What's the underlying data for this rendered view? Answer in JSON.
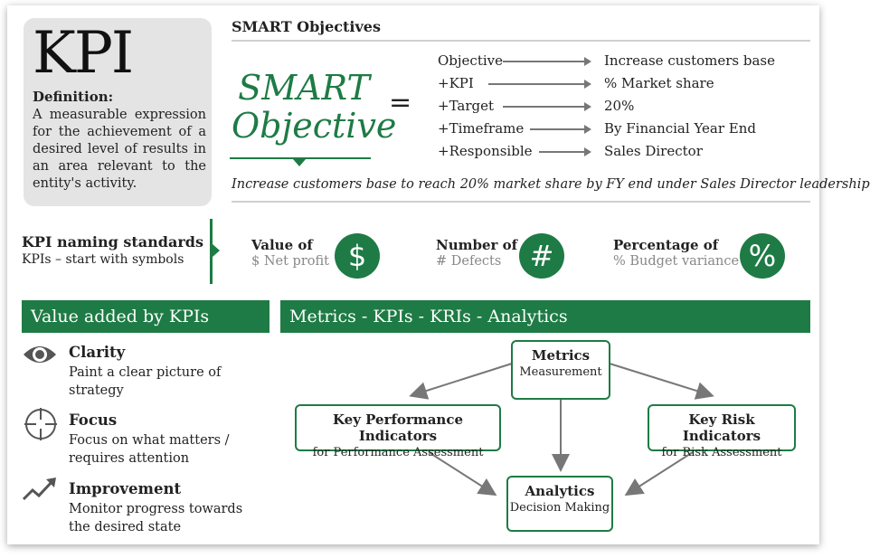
{
  "kpi_card": {
    "title": "KPI",
    "definition_label": "Definition:",
    "definition_text": "A measurable expression for the achievement of a desired level of results in an area relevant to the entity's activity."
  },
  "smart": {
    "heading": "SMART Objectives",
    "word_line1": "SMART",
    "word_line2": "Objective",
    "equals": "=",
    "rows": [
      {
        "term": "Objective",
        "value": "Increase customers base"
      },
      {
        "term": "+KPI",
        "value": "% Market share"
      },
      {
        "term": "+Target",
        "value": "20%"
      },
      {
        "term": "+Timeframe",
        "value": "By Financial Year End"
      },
      {
        "term": "+Responsible",
        "value": "Sales Director"
      }
    ],
    "summary": "Increase customers base to reach 20% market share by FY end under Sales Director leadership"
  },
  "naming": {
    "title": "KPI naming standards",
    "subtitle": "KPIs – start with symbols",
    "items": [
      {
        "label": "Value of",
        "example": "$ Net profit",
        "symbol": "$"
      },
      {
        "label": "Number of",
        "example": "# Defects",
        "symbol": "#"
      },
      {
        "label": "Percentage of",
        "example": "% Budget variance",
        "symbol": "%"
      }
    ]
  },
  "value_added": {
    "header": "Value added by KPIs",
    "items": [
      {
        "title": "Clarity",
        "desc": "Paint a clear picture of strategy",
        "icon": "eye-icon"
      },
      {
        "title": "Focus",
        "desc": "Focus on what matters / requires attention",
        "icon": "crosshair-icon"
      },
      {
        "title": "Improvement",
        "desc": "Monitor progress towards the desired state",
        "icon": "trend-up-icon"
      }
    ]
  },
  "metrics": {
    "header": "Metrics - KPIs - KRIs - Analytics",
    "nodes": {
      "metrics": {
        "title": "Metrics",
        "sub": "Measurement"
      },
      "kpi": {
        "title": "Key Performance Indicators",
        "sub": "for Performance Assessment"
      },
      "kri": {
        "title": "Key Risk Indicators",
        "sub": "for Risk Assessment"
      },
      "analytics": {
        "title": "Analytics",
        "sub": "Decision Making"
      }
    }
  },
  "colors": {
    "accent": "#1e7b45",
    "card": "#e4e4e4",
    "arrow": "#777777"
  }
}
